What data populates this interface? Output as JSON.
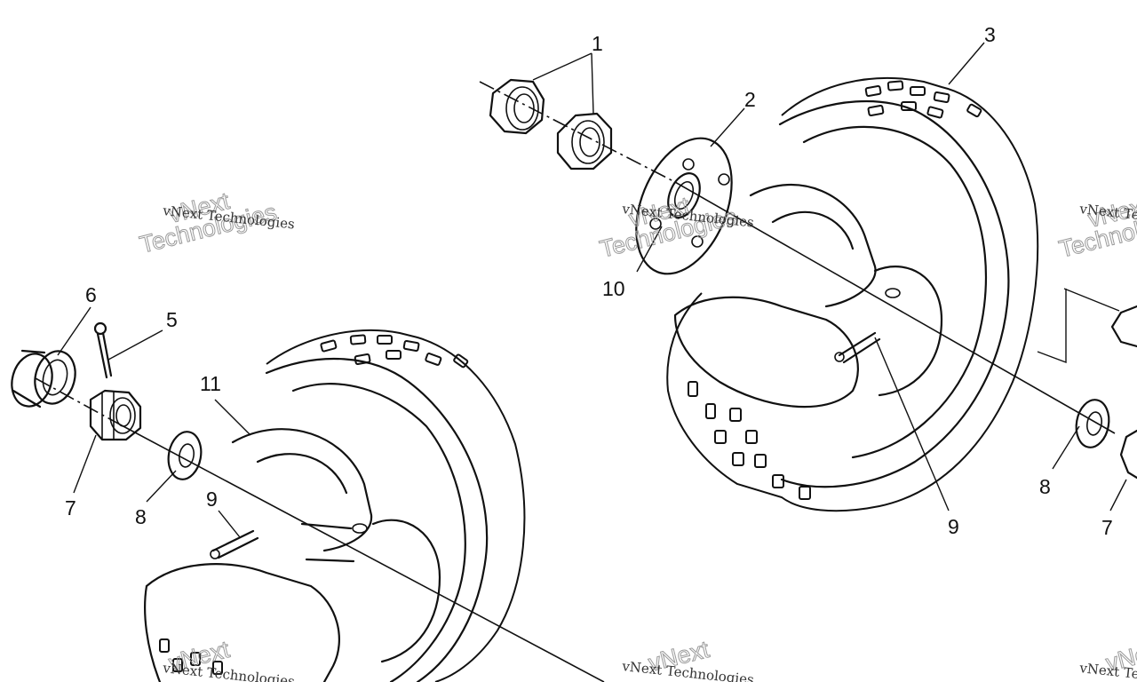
{
  "diagram": {
    "callouts": {
      "c1": "1",
      "c2": "2",
      "c3": "3",
      "c5": "5",
      "c6": "6",
      "c7a": "7",
      "c7b": "7",
      "c8a": "8",
      "c8b": "8",
      "c9a": "9",
      "c9b": "9",
      "c10": "10",
      "c11": "11"
    },
    "watermark": {
      "line1": "vNext",
      "line2": "Technologies",
      "small": "vNext Technologies"
    }
  }
}
